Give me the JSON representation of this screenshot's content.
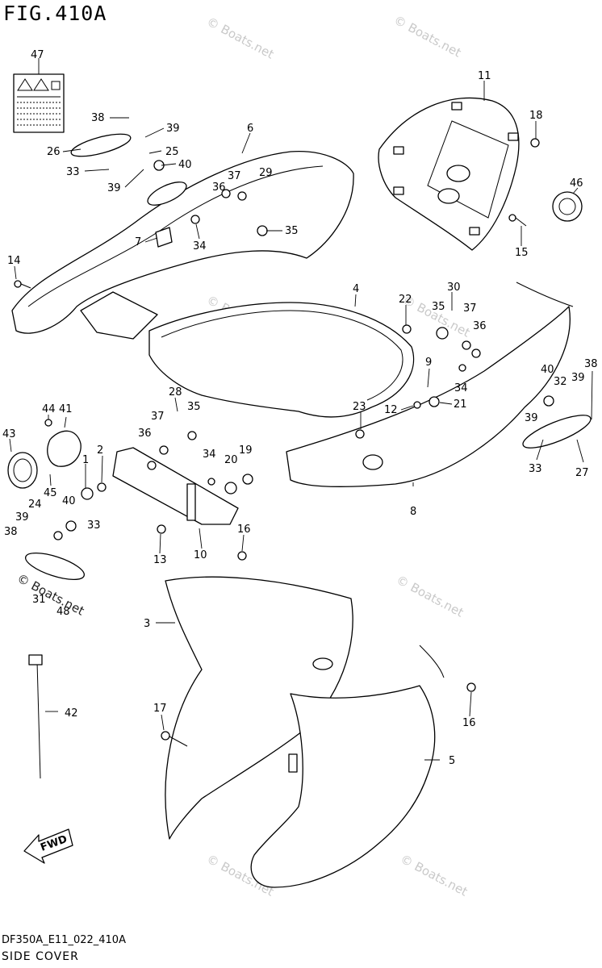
{
  "figure": {
    "title": "FIG.410A",
    "code": "DF350A_E11_022_410A",
    "description": "SIDE COVER"
  },
  "watermark": "© Boats.net",
  "fwd_label": "FWD",
  "callouts": [
    "47",
    "38",
    "39",
    "26",
    "25",
    "33",
    "40",
    "39",
    "6",
    "37",
    "36",
    "29",
    "7",
    "34",
    "35",
    "11",
    "18",
    "46",
    "15",
    "14",
    "4",
    "22",
    "30",
    "35",
    "37",
    "36",
    "9",
    "34",
    "21",
    "12",
    "23",
    "28",
    "35",
    "37",
    "36",
    "41",
    "44",
    "43",
    "45",
    "1",
    "2",
    "19",
    "20",
    "34",
    "24",
    "40",
    "33",
    "39",
    "38",
    "31",
    "48",
    "13",
    "10",
    "16",
    "40",
    "32",
    "39",
    "38",
    "39",
    "33",
    "27",
    "8",
    "3",
    "42",
    "17",
    "5",
    "16"
  ]
}
